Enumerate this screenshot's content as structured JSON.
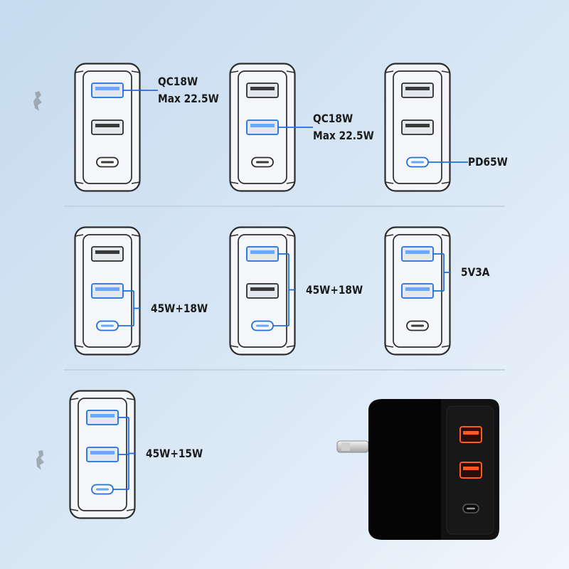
{
  "colors": {
    "outline": "#2c2c2c",
    "highlight": "#1f6fe0",
    "highlight_fill": "#6aa8ff",
    "port_fill": "#e4e7eb",
    "body_fill": "#f4f6f9",
    "device_body": "#0c0c0c",
    "usb_a_active": "#ff5a1f"
  },
  "diagrams": [
    {
      "ports": [
        {
          "kind": "usb-a",
          "active": true
        },
        {
          "kind": "usb-a",
          "active": false
        },
        {
          "kind": "usb-c",
          "active": false
        }
      ],
      "label": [
        "QC18W",
        "Max 22.5W"
      ]
    },
    {
      "ports": [
        {
          "kind": "usb-a",
          "active": false
        },
        {
          "kind": "usb-a",
          "active": true
        },
        {
          "kind": "usb-c",
          "active": false
        }
      ],
      "label": [
        "QC18W",
        "Max 22.5W"
      ]
    },
    {
      "ports": [
        {
          "kind": "usb-a",
          "active": false
        },
        {
          "kind": "usb-a",
          "active": false
        },
        {
          "kind": "usb-c",
          "active": true
        }
      ],
      "label": [
        "PD65W"
      ]
    },
    {
      "ports": [
        {
          "kind": "usb-a",
          "active": false
        },
        {
          "kind": "usb-a",
          "active": true
        },
        {
          "kind": "usb-c",
          "active": true
        }
      ],
      "label": [
        "45W+18W"
      ]
    },
    {
      "ports": [
        {
          "kind": "usb-a",
          "active": true
        },
        {
          "kind": "usb-a",
          "active": false
        },
        {
          "kind": "usb-c",
          "active": true
        }
      ],
      "label": [
        "45W+18W"
      ]
    },
    {
      "ports": [
        {
          "kind": "usb-a",
          "active": true
        },
        {
          "kind": "usb-a",
          "active": true
        },
        {
          "kind": "usb-c",
          "active": false
        }
      ],
      "label": [
        "5V3A"
      ]
    },
    {
      "ports": [
        {
          "kind": "usb-a",
          "active": true
        },
        {
          "kind": "usb-a",
          "active": true
        },
        {
          "kind": "usb-c",
          "active": true
        }
      ],
      "label": [
        "45W+15W"
      ]
    }
  ],
  "product": {
    "ports": [
      {
        "kind": "usb-a"
      },
      {
        "kind": "usb-a"
      },
      {
        "kind": "usb-c"
      }
    ]
  }
}
